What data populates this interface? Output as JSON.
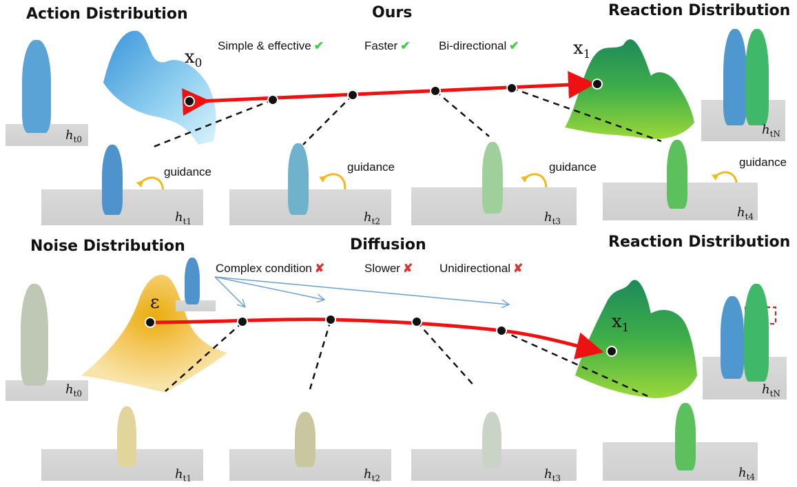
{
  "ours_panel": {
    "left_title": "Action Distribution",
    "center_title": "Ours",
    "right_title": "Reaction Distribution",
    "features": [
      {
        "label": "Simple & effective",
        "mark": "✔",
        "mark_icon": "check-icon",
        "mark_color": "#3ccf3c"
      },
      {
        "label": "Faster",
        "mark": "✔",
        "mark_icon": "check-icon",
        "mark_color": "#3ccf3c"
      },
      {
        "label": "Bi-directional",
        "mark": "✔",
        "mark_icon": "check-icon",
        "mark_color": "#3ccf3c"
      }
    ],
    "start_symbol": "x",
    "start_sub": "0",
    "end_symbol": "x",
    "end_sub": "1",
    "guidance_label": "guidance",
    "step_labels": [
      {
        "h": "h",
        "sub": "t0"
      },
      {
        "h": "h",
        "sub": "t1"
      },
      {
        "h": "h",
        "sub": "t2"
      },
      {
        "h": "h",
        "sub": "t3"
      },
      {
        "h": "h",
        "sub": "t4"
      },
      {
        "h": "h",
        "sub": "tN"
      }
    ]
  },
  "diffusion_panel": {
    "left_title": "Noise Distribution",
    "center_title": "Diffusion",
    "right_title": "Reaction Distribution",
    "features": [
      {
        "label": "Complex condition",
        "mark": "✘",
        "mark_icon": "pushpin-cross-icon",
        "mark_color": "#d9342b"
      },
      {
        "label": "Slower",
        "mark": "✘",
        "mark_icon": "pushpin-cross-icon",
        "mark_color": "#d9342b"
      },
      {
        "label": "Unidirectional",
        "mark": "✘",
        "mark_icon": "pushpin-cross-icon",
        "mark_color": "#d9342b"
      }
    ],
    "start_symbol": "ε",
    "end_symbol": "x",
    "end_sub": "1",
    "step_labels": [
      {
        "h": "h",
        "sub": "t0"
      },
      {
        "h": "h",
        "sub": "t1"
      },
      {
        "h": "h",
        "sub": "t2"
      },
      {
        "h": "h",
        "sub": "t3"
      },
      {
        "h": "h",
        "sub": "t4"
      },
      {
        "h": "h",
        "sub": "tN"
      }
    ]
  },
  "colors": {
    "trajectory": "#ee1111",
    "action_blue": "#5aa3d6",
    "reaction_green": "#5cc05c",
    "noise_yellow": "#f1c95a",
    "guidance_arrow": "#f2b81c",
    "condition_arrow": "#6a9fd0"
  }
}
